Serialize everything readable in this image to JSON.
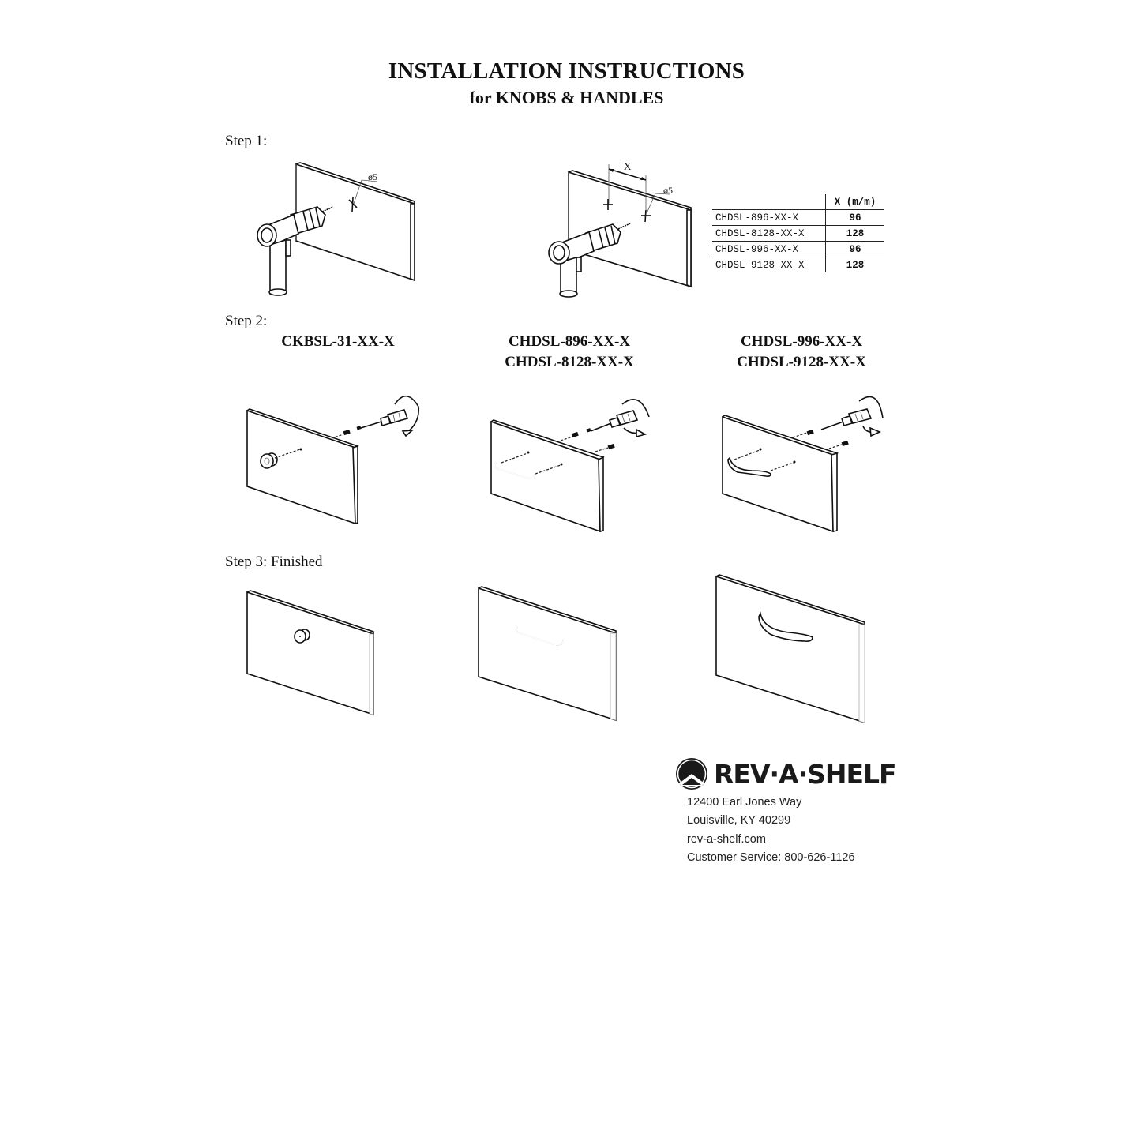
{
  "header": {
    "title": "INSTALLATION INSTRUCTIONS",
    "subtitle": "for KNOBS & HANDLES"
  },
  "step1": {
    "label": "Step 1:",
    "left_diagram": {
      "hole_label": "ø5"
    },
    "right_diagram": {
      "spacing_label": "X",
      "hole_label": "ø5"
    },
    "table": {
      "header": "X (m/m)",
      "rows": [
        {
          "model": "CHDSL-896-XX-X",
          "x": "96"
        },
        {
          "model": "CHDSL-8128-XX-X",
          "x": "128"
        },
        {
          "model": "CHDSL-996-XX-X",
          "x": "96"
        },
        {
          "model": "CHDSL-9128-XX-X",
          "x": "128"
        }
      ]
    }
  },
  "step2": {
    "label": "Step 2:",
    "columns": [
      {
        "models": [
          "CKBSL-31-XX-X"
        ]
      },
      {
        "models": [
          "CHDSL-896-XX-X",
          "CHDSL-8128-XX-X"
        ]
      },
      {
        "models": [
          "CHDSL-996-XX-X",
          "CHDSL-9128-XX-X"
        ]
      }
    ]
  },
  "step3": {
    "label": "Step 3:  Finished"
  },
  "footer": {
    "brand": "REV·A·SHELF",
    "address_line1": "12400 Earl Jones Way",
    "address_line2": "Louisville, KY 40299",
    "website": "rev-a-shelf.com",
    "customer_service": "Customer Service: 800-626-1126"
  },
  "icons": {
    "drill": "drill-icon",
    "screwdriver": "screwdriver-icon",
    "knob": "knob-icon",
    "bar_handle": "bar-handle-icon",
    "arc_handle": "arc-handle-icon",
    "logo_mark": "rev-a-shelf-logo-icon"
  }
}
